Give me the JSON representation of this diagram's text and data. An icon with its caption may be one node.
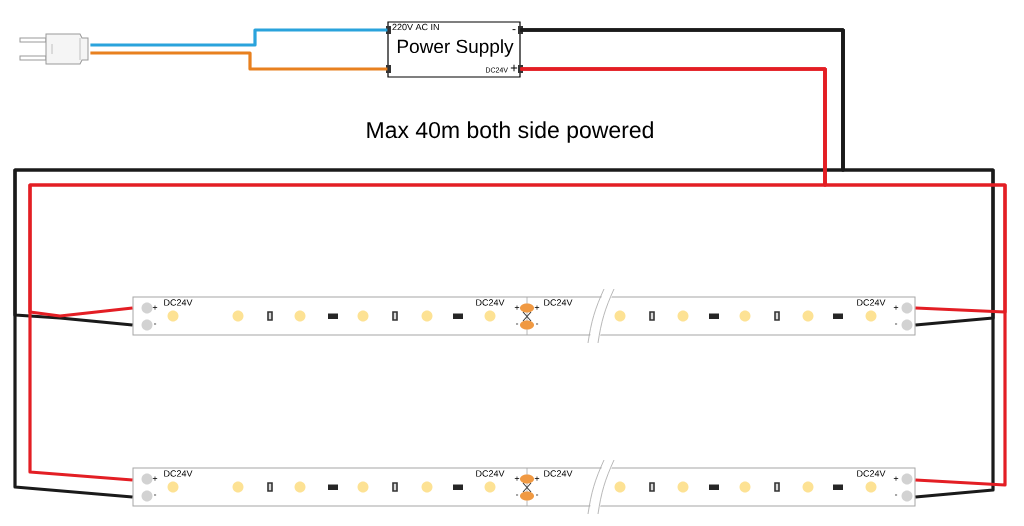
{
  "diagram": {
    "title": "Max 40m both side powered",
    "nodes": [
      {
        "text": [],
        "shape": "plug"
      },
      {
        "text": [
          "220V AC IN",
          "-",
          "Power Supply",
          "DC24V",
          "+"
        ]
      },
      {
        "text": [
          "+",
          "-",
          "DC24V",
          "DC24V",
          "+",
          "-",
          "+",
          "-",
          "DC24V",
          "DC24V",
          "+",
          "-"
        ]
      },
      {
        "text": [
          "+",
          "-",
          "DC24V",
          "DC24V",
          "+",
          "-",
          "+",
          "-",
          "DC24V",
          "DC24V",
          "+",
          "-"
        ]
      }
    ],
    "edges": [
      {
        "from": 0,
        "to": 1,
        "arrow": "none",
        "color": "#2aa3dc"
      },
      {
        "from": 0,
        "to": 1,
        "arrow": "none",
        "color": "#e8801f"
      },
      {
        "from": 1,
        "to": 2,
        "arrow": "none",
        "color": "#1a1a1a"
      },
      {
        "from": 1,
        "to": 2,
        "arrow": "none",
        "color": "#1a1a1a"
      },
      {
        "from": 1,
        "to": 3,
        "arrow": "none",
        "color": "#1a1a1a"
      },
      {
        "from": 1,
        "to": 3,
        "arrow": "none",
        "color": "#1a1a1a"
      },
      {
        "from": 1,
        "to": 2,
        "arrow": "none",
        "color": "#e31e24"
      },
      {
        "from": 1,
        "to": 2,
        "arrow": "none",
        "color": "#e31e24"
      },
      {
        "from": 1,
        "to": 3,
        "arrow": "none",
        "color": "#e31e24"
      },
      {
        "from": 1,
        "to": 3,
        "arrow": "none",
        "color": "#e31e24"
      }
    ]
  }
}
